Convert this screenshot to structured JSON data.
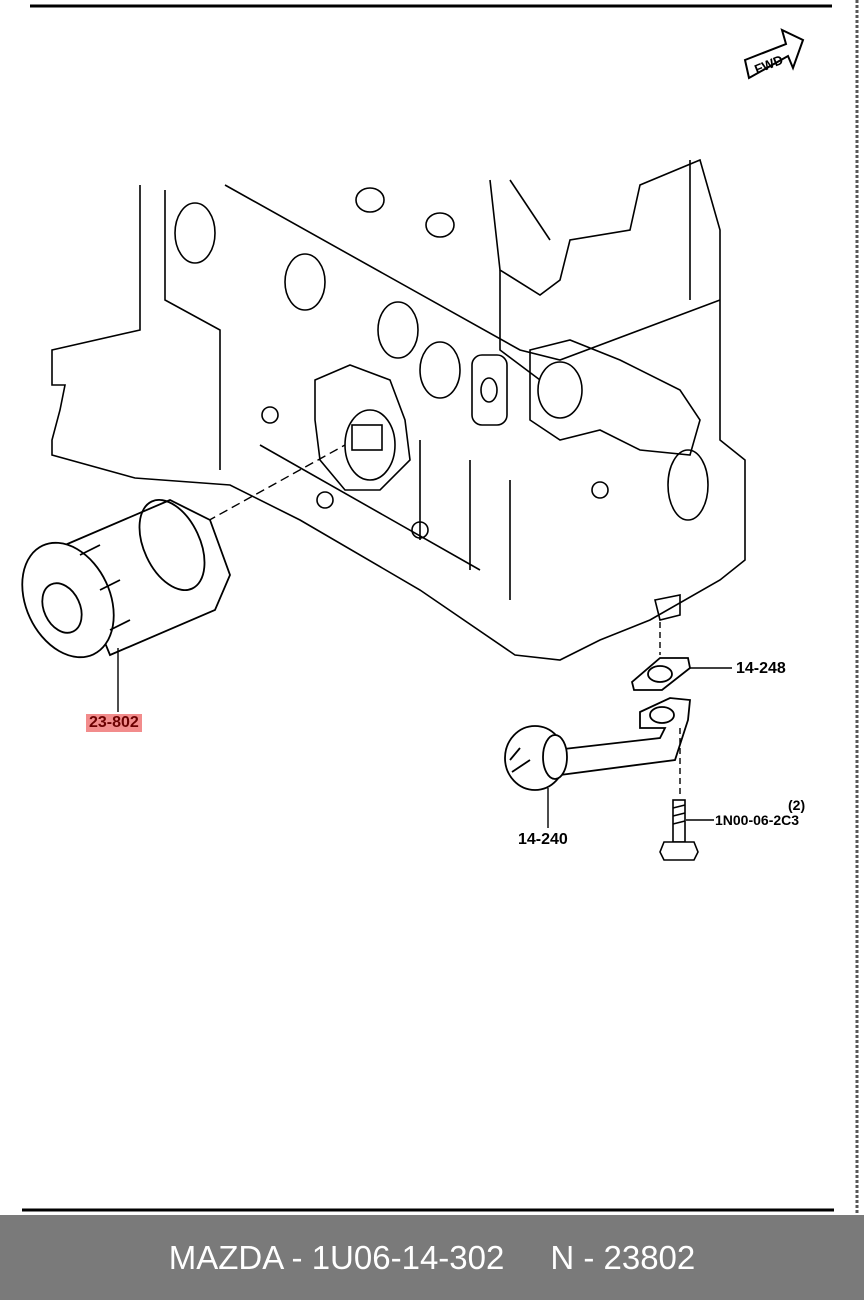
{
  "diagram": {
    "fwd_label": "FWD",
    "parts": [
      {
        "id": "oil-filter",
        "label": "23-802",
        "highlighted": true
      },
      {
        "id": "gasket",
        "label": "14-248",
        "highlighted": false
      },
      {
        "id": "oil-strainer",
        "label": "14-240",
        "highlighted": false
      },
      {
        "id": "bolt",
        "label": "1N00-06-2C3",
        "qty": "(2)",
        "highlighted": false
      }
    ],
    "highlight_color": "#f28c8c"
  },
  "footer": {
    "brand_part": "MAZDA - 1U06-14-302",
    "ref_number": "N - 23802",
    "background": "#7a7a7a"
  }
}
